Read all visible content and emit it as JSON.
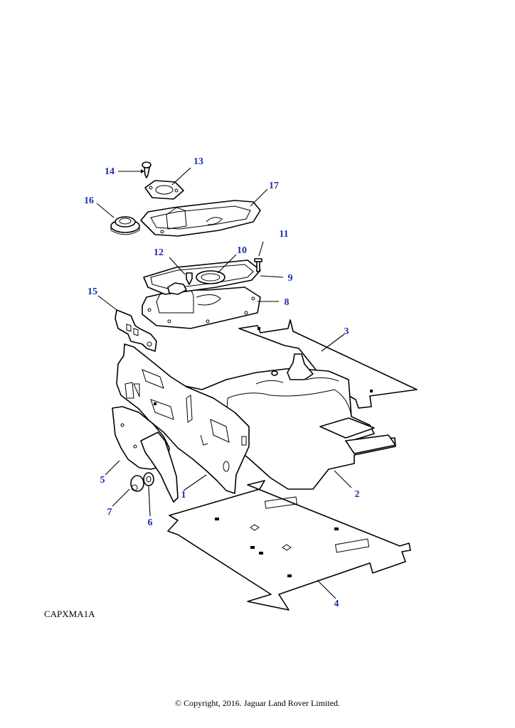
{
  "diagram": {
    "callout_color": "#1a2fb5",
    "figure_id": "CAPXMA1A",
    "copyright": "© Copyright, 2016. Jaguar Land Rover Limited.",
    "callouts": [
      "1",
      "2",
      "3",
      "4",
      "5",
      "6",
      "7",
      "8",
      "9",
      "10",
      "11",
      "12",
      "13",
      "14",
      "15",
      "16",
      "17"
    ]
  }
}
